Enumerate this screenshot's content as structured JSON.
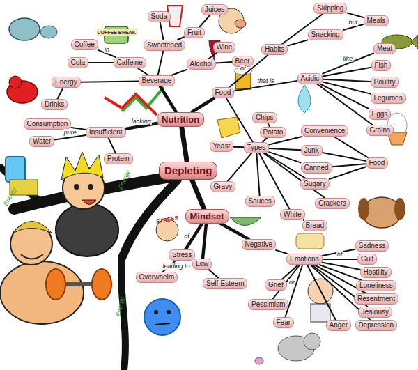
{
  "diagram": {
    "nodes": [
      {
        "text": [
          "Depleting"
        ]
      },
      {
        "text": [
          "Nutrition"
        ]
      },
      {
        "text": [
          "Beverage"
        ]
      },
      {
        "text": [
          "Caffeine"
        ]
      },
      {
        "text": [
          "Coffee"
        ]
      },
      {
        "text": [
          "Cola"
        ]
      },
      {
        "text": [
          "Energy"
        ]
      },
      {
        "text": [
          "Drinks"
        ]
      },
      {
        "text": [
          "Sweetened"
        ]
      },
      {
        "text": [
          "Soda"
        ]
      },
      {
        "text": [
          "Fruit"
        ]
      },
      {
        "text": [
          "Juices"
        ]
      },
      {
        "text": [
          "Alcohol"
        ]
      },
      {
        "text": [
          "Wine"
        ]
      },
      {
        "text": [
          "Beer"
        ]
      },
      {
        "text": [
          "Insufficient"
        ]
      },
      {
        "text": [
          "Consumption"
        ]
      },
      {
        "text": [
          "Water"
        ]
      },
      {
        "text": [
          "Protein"
        ]
      },
      {
        "text": [
          "Food"
        ]
      },
      {
        "text": [
          "Habits"
        ]
      },
      {
        "text": [
          "Skipping"
        ]
      },
      {
        "text": [
          "Snacking"
        ]
      },
      {
        "text": [
          "Meals"
        ]
      },
      {
        "text": [
          "Acidic"
        ]
      },
      {
        "text": [
          "Meat"
        ]
      },
      {
        "text": [
          "Fish"
        ]
      },
      {
        "text": [
          "Poultry"
        ]
      },
      {
        "text": [
          "Legumes"
        ]
      },
      {
        "text": [
          "Eggs"
        ]
      },
      {
        "text": [
          "Grains"
        ]
      },
      {
        "text": [
          "Types"
        ]
      },
      {
        "text": [
          "Potato"
        ]
      },
      {
        "text": [
          "Chips"
        ]
      },
      {
        "text": [
          "Yeast"
        ]
      },
      {
        "text": [
          "Convenience"
        ]
      },
      {
        "text": [
          "Junk"
        ]
      },
      {
        "text": [
          "Canned"
        ]
      },
      {
        "text": [
          "Sugary"
        ]
      },
      {
        "text": [
          "Food"
        ]
      },
      {
        "text": [
          "Crackers"
        ]
      },
      {
        "text": [
          "Gravy"
        ]
      },
      {
        "text": [
          "Sauces"
        ]
      },
      {
        "text": [
          "White"
        ]
      },
      {
        "text": [
          "Bread"
        ]
      },
      {
        "text": [
          "Mindset"
        ]
      },
      {
        "text": [
          "Stress"
        ]
      },
      {
        "text": [
          "Overwhelm"
        ]
      },
      {
        "text": [
          "Low"
        ]
      },
      {
        "text": [
          "Self-Esteem"
        ]
      },
      {
        "text": [
          "Negative"
        ]
      },
      {
        "text": [
          "Emotions"
        ]
      },
      {
        "text": [
          "Sadness"
        ]
      },
      {
        "text": [
          "Gult"
        ]
      },
      {
        "text": [
          "Hostility"
        ]
      },
      {
        "text": [
          "Loneliness"
        ]
      },
      {
        "text": [
          "Resentment"
        ]
      },
      {
        "text": [
          "Jealousy"
        ]
      },
      {
        "text": [
          "Depression"
        ]
      },
      {
        "text": [
          "Anger"
        ]
      },
      {
        "text": [
          "Grief"
        ]
      },
      {
        "text": [
          "Pessimism"
        ]
      },
      {
        "text": [
          "Fear"
        ]
      }
    ],
    "edges": [
      {
        "from": 0,
        "to": 1,
        "arrow": "none"
      },
      {
        "from": 1,
        "to": 2,
        "arrow": "none"
      },
      {
        "from": 2,
        "to": 3,
        "arrow": "none"
      },
      {
        "from": 3,
        "to": 4,
        "label": "in",
        "arrow": "none"
      },
      {
        "from": 3,
        "to": 5,
        "arrow": "none"
      },
      {
        "from": 2,
        "to": 6,
        "arrow": "none"
      },
      {
        "from": 6,
        "to": 7,
        "arrow": "none"
      },
      {
        "from": 2,
        "to": 8,
        "arrow": "none"
      },
      {
        "from": 8,
        "to": 9,
        "arrow": "none"
      },
      {
        "from": 8,
        "to": 10,
        "arrow": "none"
      },
      {
        "from": 10,
        "to": 11,
        "arrow": "none"
      },
      {
        "from": 2,
        "to": 12,
        "arrow": "none"
      },
      {
        "from": 12,
        "to": 13,
        "arrow": "none"
      },
      {
        "from": 12,
        "to": 14,
        "arrow": "none"
      },
      {
        "from": 1,
        "to": 15,
        "label": "lacking",
        "arrow": "none"
      },
      {
        "from": 15,
        "to": 16,
        "arrow": "none"
      },
      {
        "from": 15,
        "to": 17,
        "label": "pure",
        "arrow": "none"
      },
      {
        "from": 15,
        "to": 18,
        "arrow": "none"
      },
      {
        "from": 1,
        "to": 19,
        "arrow": "none"
      },
      {
        "from": 19,
        "to": 20,
        "label": "of",
        "arrow": "none"
      },
      {
        "from": 20,
        "to": 21,
        "arrow": "none"
      },
      {
        "from": 20,
        "to": 22,
        "arrow": "none"
      },
      {
        "from": 21,
        "to": 23,
        "arrow": "none"
      },
      {
        "from": 22,
        "to": 23,
        "label": "but",
        "arrow": "none"
      },
      {
        "from": 19,
        "to": 24,
        "label": "that is",
        "arrow": "none"
      },
      {
        "from": 24,
        "to": 25,
        "label": "like",
        "arrow": "none"
      },
      {
        "from": 24,
        "to": 26,
        "arrow": "none"
      },
      {
        "from": 24,
        "to": 27,
        "arrow": "none"
      },
      {
        "from": 24,
        "to": 28,
        "arrow": "none"
      },
      {
        "from": 24,
        "to": 29,
        "arrow": "none"
      },
      {
        "from": 24,
        "to": 30,
        "arrow": "none"
      },
      {
        "from": 19,
        "to": 31,
        "arrow": "none"
      },
      {
        "from": 31,
        "to": 32,
        "arrow": "none"
      },
      {
        "from": 32,
        "to": 33,
        "arrow": "none"
      },
      {
        "from": 31,
        "to": 34,
        "arrow": "none"
      },
      {
        "from": 31,
        "to": 35,
        "arrow": "none"
      },
      {
        "from": 31,
        "to": 36,
        "arrow": "none"
      },
      {
        "from": 31,
        "to": 37,
        "arrow": "none"
      },
      {
        "from": 31,
        "to": 38,
        "arrow": "none"
      },
      {
        "from": 35,
        "to": 39,
        "arrow": "none"
      },
      {
        "from": 36,
        "to": 39,
        "arrow": "none"
      },
      {
        "from": 37,
        "to": 39,
        "arrow": "none"
      },
      {
        "from": 38,
        "to": 39,
        "arrow": "none"
      },
      {
        "from": 31,
        "to": 40,
        "arrow": "none"
      },
      {
        "from": 31,
        "to": 41,
        "arrow": "none"
      },
      {
        "from": 31,
        "to": 42,
        "arrow": "none"
      },
      {
        "from": 31,
        "to": 43,
        "arrow": "none"
      },
      {
        "from": 43,
        "to": 44,
        "arrow": "none"
      },
      {
        "from": 0,
        "to": 45,
        "arrow": "none"
      },
      {
        "from": 45,
        "to": 46,
        "label": "of",
        "arrow": "none"
      },
      {
        "from": 46,
        "to": 47,
        "label": "leading to",
        "arrow": "none"
      },
      {
        "from": 45,
        "to": 48,
        "arrow": "none"
      },
      {
        "from": 48,
        "to": 49,
        "arrow": "none"
      },
      {
        "from": 45,
        "to": 50,
        "arrow": "none"
      },
      {
        "from": 50,
        "to": 51,
        "arrow": "none"
      },
      {
        "from": 51,
        "to": 52,
        "arrow": "none"
      },
      {
        "from": 51,
        "to": 53,
        "label": "of",
        "arrow": "none"
      },
      {
        "from": 51,
        "to": 54,
        "arrow": "none"
      },
      {
        "from": 51,
        "to": 55,
        "arrow": "none"
      },
      {
        "from": 51,
        "to": 56,
        "arrow": "none"
      },
      {
        "from": 51,
        "to": 57,
        "arrow": "none"
      },
      {
        "from": 51,
        "to": 58,
        "arrow": "none"
      },
      {
        "from": 51,
        "to": 59,
        "arrow": "none"
      },
      {
        "from": 51,
        "to": 60,
        "arrow": "none"
      },
      {
        "from": 51,
        "to": 61,
        "label": "or",
        "arrow": "none"
      },
      {
        "from": 51,
        "to": 62,
        "arrow": "none"
      }
    ],
    "labels": [
      "Energy",
      "Energy",
      "Energy",
      "COFFEE BREAK",
      "STRESS"
    ]
  }
}
